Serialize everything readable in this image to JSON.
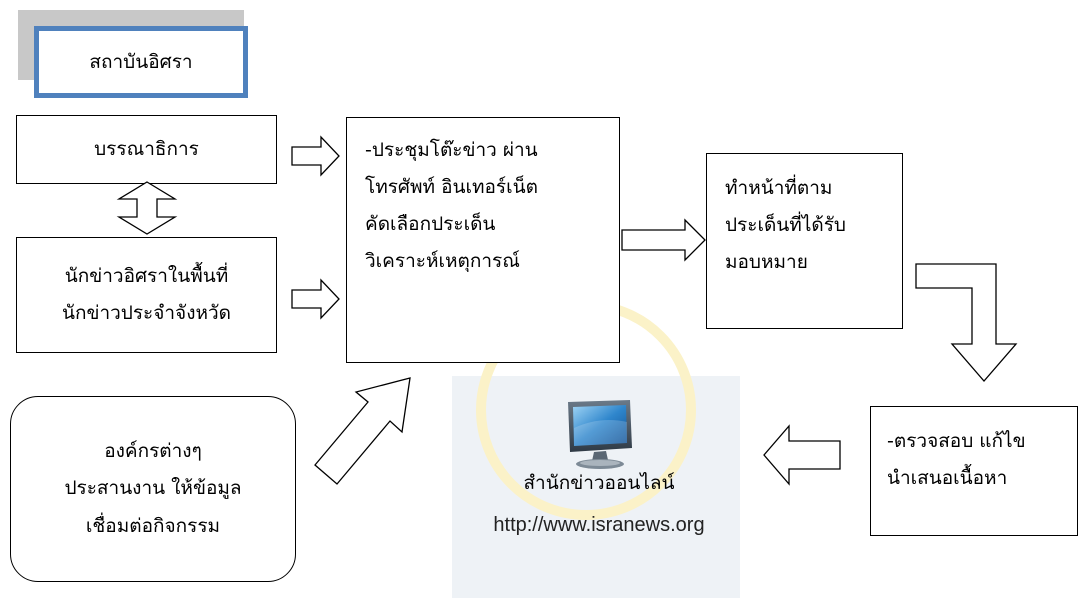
{
  "title": "สถาบันอิศรา",
  "nodes": {
    "editor": "บรรณาธิการ",
    "local_reporters": [
      "นักข่าวอิศราในพื้นที่",
      "นักข่าวประจำจังหวัด"
    ],
    "meeting": [
      "-ประชุมโต๊ะข่าว ผ่าน",
      "โทรศัพท์ อินเทอร์เน็ต",
      "คัดเลือกประเด็น",
      "วิเคราะห์เหตุการณ์"
    ],
    "assignment": [
      "ทำหน้าที่ตาม",
      "ประเด็นที่ได้รับ",
      "มอบหมาย"
    ],
    "review": [
      "-ตรวจสอบ แก้ไข",
      "นำเสนอเนื้อหา"
    ],
    "organizations": [
      "องค์กรต่างๆ",
      "ประสานงาน ให้ข้อมูล",
      "เชื่อมต่อกิจกรรม"
    ],
    "site": {
      "name": "สำนักข่าวออนไลน์",
      "url": "http://www.isranews.org",
      "icon": "monitor-icon"
    }
  },
  "colors": {
    "title_border": "#4f81bd",
    "title_shadow": "#c8c8c8"
  }
}
